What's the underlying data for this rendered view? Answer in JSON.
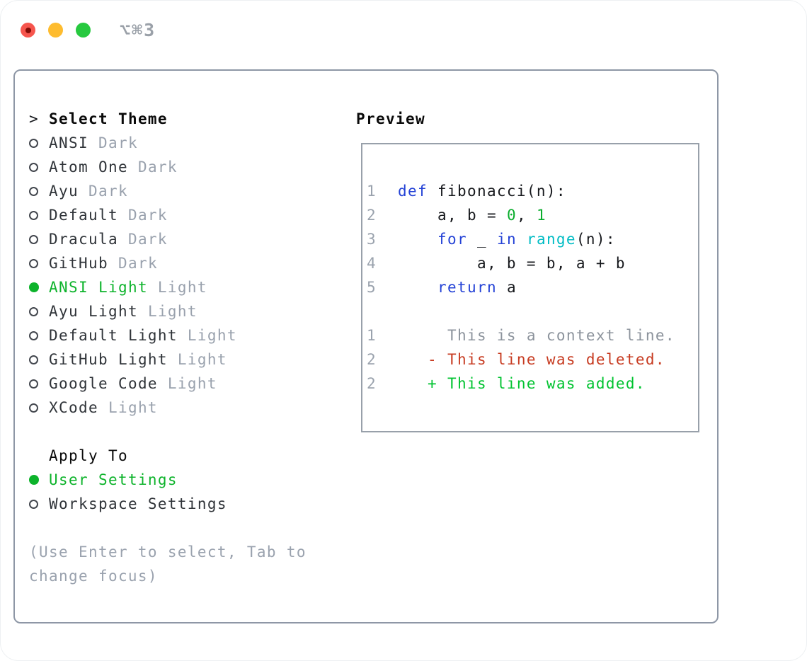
{
  "titlebar": {
    "shortcut": "⌥⌘3",
    "traffic_lights": [
      "close-red",
      "minimize-yellow",
      "zoom-green"
    ]
  },
  "theme_picker": {
    "header_prompt": ">",
    "header_label": "Select Theme",
    "themes": [
      {
        "name": "ANSI",
        "variant": "Dark",
        "selected": false
      },
      {
        "name": "Atom One",
        "variant": "Dark",
        "selected": false
      },
      {
        "name": "Ayu",
        "variant": "Dark",
        "selected": false
      },
      {
        "name": "Default",
        "variant": "Dark",
        "selected": false
      },
      {
        "name": "Dracula",
        "variant": "Dark",
        "selected": false
      },
      {
        "name": "GitHub",
        "variant": "Dark",
        "selected": false
      },
      {
        "name": "ANSI Light",
        "variant": "Light",
        "selected": true
      },
      {
        "name": "Ayu Light",
        "variant": "Light",
        "selected": false
      },
      {
        "name": "Default Light",
        "variant": "Light",
        "selected": false
      },
      {
        "name": "GitHub Light",
        "variant": "Light",
        "selected": false
      },
      {
        "name": "Google Code",
        "variant": "Light",
        "selected": false
      },
      {
        "name": "XCode",
        "variant": "Light",
        "selected": false
      }
    ],
    "apply_to": {
      "label": "Apply To",
      "options": [
        {
          "name": "User Settings",
          "selected": true
        },
        {
          "name": "Workspace Settings",
          "selected": false
        }
      ]
    },
    "help_lines": [
      "(Use Enter to select, Tab to",
      "change focus)"
    ]
  },
  "preview": {
    "label": "Preview",
    "code_lines": [
      {
        "num": "1",
        "tokens": [
          {
            "text": "def",
            "style": "kw"
          },
          {
            "text": " fibonacci(n):",
            "style": "plain"
          }
        ]
      },
      {
        "num": "2",
        "tokens": [
          {
            "text": "    a, b = ",
            "style": "plain"
          },
          {
            "text": "0",
            "style": "num"
          },
          {
            "text": ", ",
            "style": "plain"
          },
          {
            "text": "1",
            "style": "num"
          }
        ]
      },
      {
        "num": "3",
        "tokens": [
          {
            "text": "    ",
            "style": "plain"
          },
          {
            "text": "for",
            "style": "kw"
          },
          {
            "text": " _ ",
            "style": "plain"
          },
          {
            "text": "in",
            "style": "kw"
          },
          {
            "text": " ",
            "style": "plain"
          },
          {
            "text": "range",
            "style": "fn"
          },
          {
            "text": "(n):",
            "style": "plain"
          }
        ]
      },
      {
        "num": "4",
        "tokens": [
          {
            "text": "        a, b = b, a + b",
            "style": "plain"
          }
        ]
      },
      {
        "num": "5",
        "tokens": [
          {
            "text": "    ",
            "style": "plain"
          },
          {
            "text": "return",
            "style": "kw"
          },
          {
            "text": " a",
            "style": "plain"
          }
        ]
      },
      {
        "num": "",
        "tokens": []
      },
      {
        "num": "1",
        "tokens": [
          {
            "text": "     This is a context line.",
            "style": "ctx"
          }
        ]
      },
      {
        "num": "2",
        "tokens": [
          {
            "text": "   - This line was deleted.",
            "style": "del"
          }
        ]
      },
      {
        "num": "2",
        "tokens": [
          {
            "text": "   + This line was added.",
            "style": "add"
          }
        ]
      }
    ]
  },
  "colors": {
    "panel_border": "#8e97a6",
    "selected_green": "#0db32b",
    "keyword_blue": "#2442d6",
    "function_cyan": "#00bcc4",
    "number_green": "#0aad2d",
    "added_green": "#00c330",
    "deleted_red": "#c73b21",
    "context_gray": "#8c939c",
    "muted_gray": "#99a1ad",
    "traffic_red": "#f6554d",
    "traffic_yellow": "#febc2f",
    "traffic_green": "#27c93f"
  }
}
